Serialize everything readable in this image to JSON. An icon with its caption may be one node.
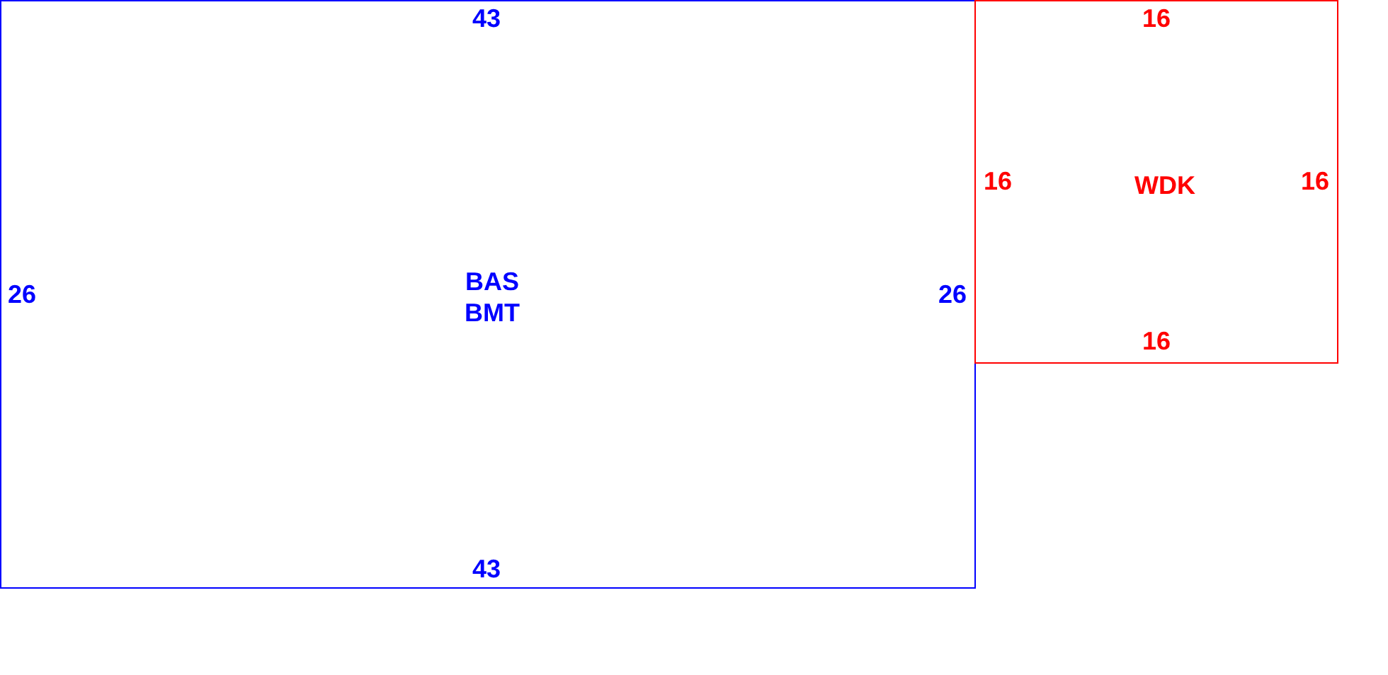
{
  "diagram": {
    "nodes": [
      {
        "text": [
          "43",
          "26",
          "BAS",
          "BMT",
          "26",
          "43"
        ]
      },
      {
        "text": [
          "16",
          "16",
          "WDK",
          "16",
          "16"
        ]
      }
    ]
  }
}
